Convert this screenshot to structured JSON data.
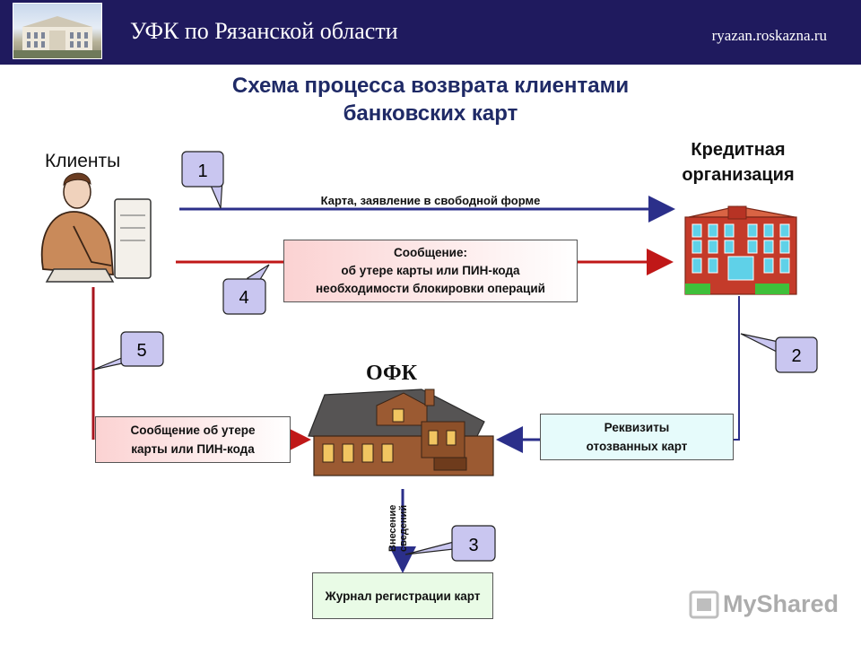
{
  "header": {
    "title": "УФК по Рязанской области",
    "url": "ryazan.roskazna.ru"
  },
  "slide": {
    "title": "Схема процесса возврата клиентами банковских карт"
  },
  "actors": {
    "clients": "Клиенты",
    "credit_org": "Кредитная организация",
    "ofk": "ОФК",
    "journal": "Журнал регистрации карт"
  },
  "flows": {
    "flow1": "Карта, заявление в свободной форме",
    "flow4": "Сообщение:\nоб утере карты или ПИН-кода\nнеобходимости блокировки операций",
    "flow5": "Сообщение об утере карты или ПИН-кода",
    "flow2": "Реквизиты отозванных карт",
    "flow3": "Внесение сведений"
  },
  "callouts": [
    "1",
    "2",
    "3",
    "4",
    "5"
  ],
  "watermark": "MyShared",
  "colors": {
    "header_bg": "#1f1a5e",
    "title": "#1f2a66",
    "arrow_blue": "#2b2f8a",
    "arrow_red": "#c01818",
    "callout_fill": "#c9c6f0"
  }
}
